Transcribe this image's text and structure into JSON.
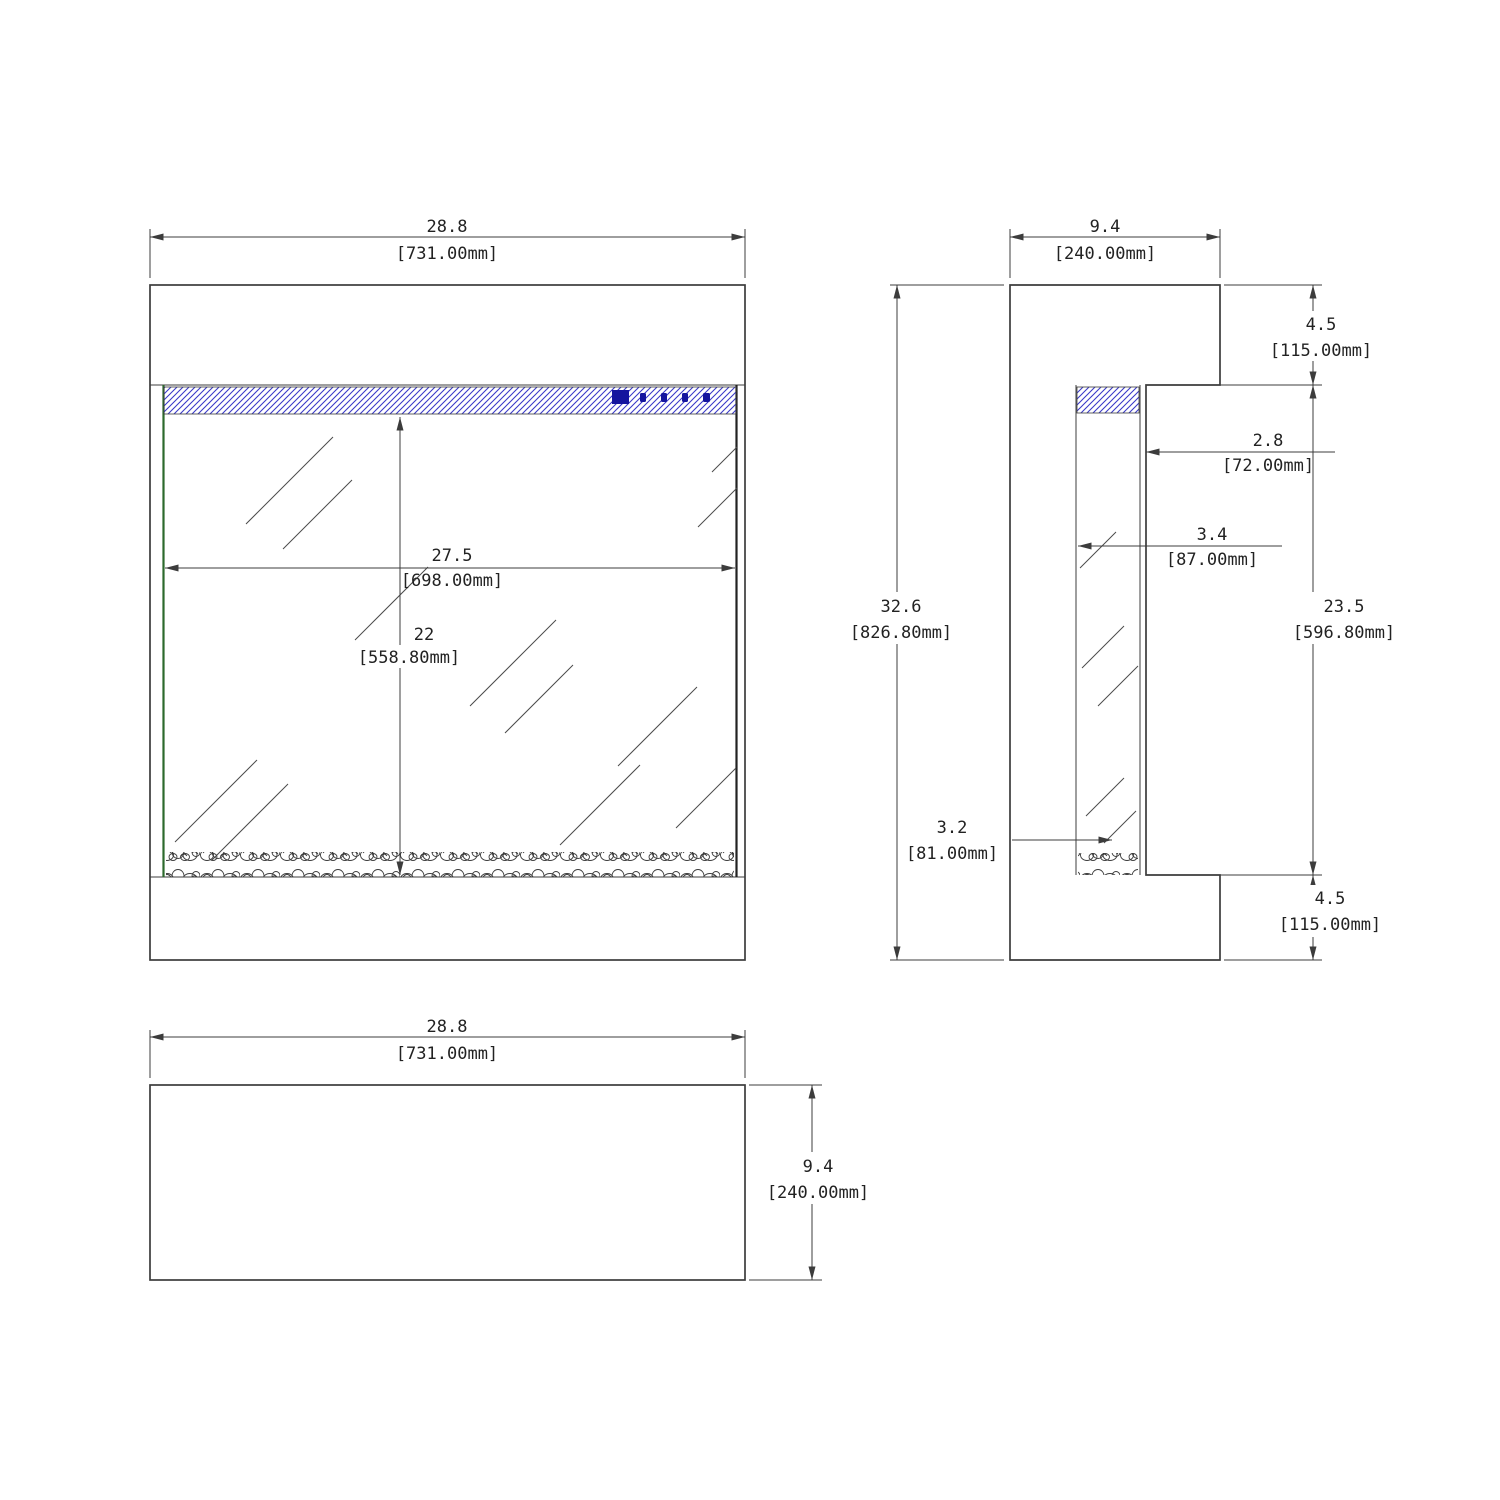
{
  "drawing": {
    "title": "fireplace-three-view-dimension-drawing",
    "front_view": {
      "overall_width": {
        "in": "28.8",
        "mm": "[731.00mm]"
      },
      "glass_width": {
        "in": "27.5",
        "mm": "[698.00mm]"
      },
      "glass_height": {
        "in": "22",
        "mm": "[558.80mm]"
      }
    },
    "side_view": {
      "overall_depth": {
        "in": "9.4",
        "mm": "[240.00mm]"
      },
      "overall_height": {
        "in": "32.6",
        "mm": "[826.80mm]"
      },
      "top_section": {
        "in": "4.5",
        "mm": "[115.00mm]"
      },
      "glass_offset": {
        "in": "2.8",
        "mm": "[72.00mm]"
      },
      "cavity_depth": {
        "in": "3.4",
        "mm": "[87.00mm]"
      },
      "opening_height": {
        "in": "23.5",
        "mm": "[596.80mm]"
      },
      "base_depth": {
        "in": "3.2",
        "mm": "[81.00mm]"
      },
      "bottom_section": {
        "in": "4.5",
        "mm": "[115.00mm]"
      }
    },
    "top_view": {
      "overall_width": {
        "in": "28.8",
        "mm": "[731.00mm]"
      },
      "overall_depth": {
        "in": "9.4",
        "mm": "[240.00mm]"
      }
    },
    "colors": {
      "line": "#3c3c3c",
      "hatch_blue": "#3a3ac8",
      "panel_blue": "#15159e",
      "glass_green": "#2d6a2d"
    }
  }
}
